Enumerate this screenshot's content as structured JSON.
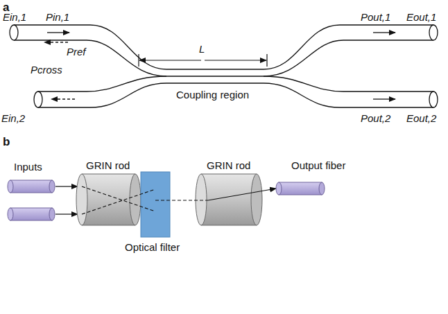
{
  "diagram": {
    "labels": [
      "a",
      "Ein,1",
      "Pin,1",
      "Pref",
      "Pcross",
      "Ein,2",
      "L",
      "Coupling region",
      "Pout,1",
      "Eout,1",
      "Pout,2",
      "Eout,2",
      "b",
      "Inputs",
      "GRIN rod",
      "Optical filter",
      "GRIN rod",
      "Output fiber"
    ]
  }
}
